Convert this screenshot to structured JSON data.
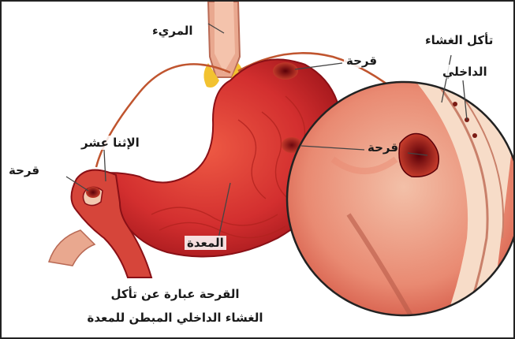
{
  "labels": {
    "esophagus": "المريء",
    "ulcer_top": "قرحة",
    "duodenum": "الإثنا عشر",
    "ulcer_left": "قرحة",
    "ulcer_middle": "قرحة",
    "stomach": "المعدة",
    "lining_erosion_line1": "تأكل الغشاء",
    "lining_erosion_line2": "الداخلي"
  },
  "caption": {
    "line1": "القرحة عبارة عن تأكل",
    "line2": "الغشاء الداخلي المبطن للمعدة"
  },
  "colors": {
    "stomach_outer": "#c8232b",
    "stomach_inner": "#e0473a",
    "lining": "#f2c9b0",
    "ulcer": "#7a0d12",
    "border": "#222222"
  }
}
